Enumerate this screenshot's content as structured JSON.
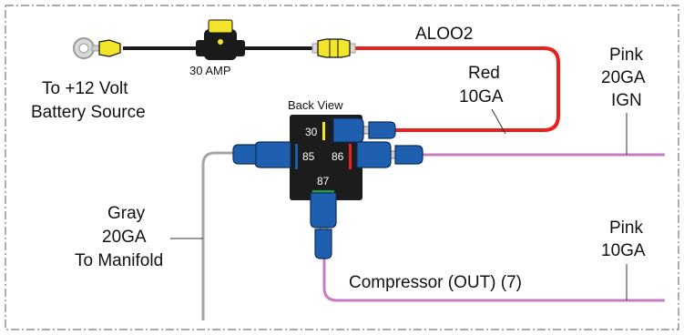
{
  "labels": {
    "battery_line1": "To +12 Volt",
    "battery_line2": "Battery Source",
    "fuse_rating": "30 AMP",
    "fuse_wire_name": "ALOO2",
    "red_wire_line1": "Red",
    "red_wire_line2": "10GA",
    "pink_ign_line1": "Pink",
    "pink_ign_line2": "20GA",
    "pink_ign_line3": "IGN",
    "relay_view": "Back View",
    "gray_line1": "Gray",
    "gray_line2": "20GA",
    "gray_line3": "To Manifold",
    "pink_out_line1": "Pink",
    "pink_out_line2": "10GA",
    "compressor": "Compressor (OUT) (7)"
  },
  "relay_pins": {
    "pin30": "30",
    "pin85": "85",
    "pin86": "86",
    "pin87": "87"
  },
  "colors": {
    "red_wire": "#e8211f",
    "pink_wire": "#c77bc0",
    "gray_wire": "#a6a6a6",
    "black_wire": "#1a1a1a",
    "connector_blue": "#1f5fb0",
    "connector_yellow": "#f2e52a",
    "fuse_yellow": "#f2e52a",
    "relay_body": "#1c1c1c",
    "border": "#777777"
  }
}
